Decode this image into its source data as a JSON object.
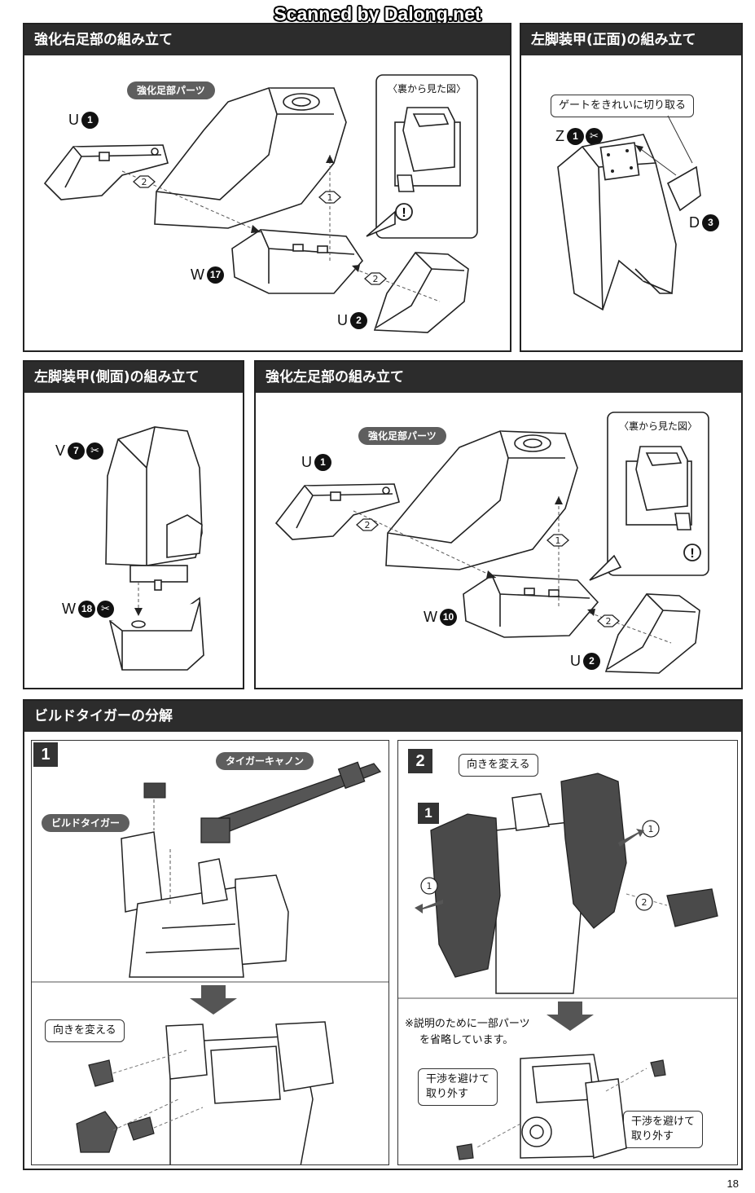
{
  "watermark": "Scanned by Dalong.net",
  "page_number": "18",
  "panel_right_foot": {
    "title": "強化右足部の組み立て",
    "tag": "強化足部パーツ",
    "back_view_title": "〈裏から見た図〉",
    "parts": [
      {
        "letter": "U",
        "number": "1"
      },
      {
        "letter": "W",
        "number": "17"
      },
      {
        "letter": "U",
        "number": "2"
      }
    ],
    "steps": [
      "1",
      "2",
      "2"
    ]
  },
  "panel_left_front": {
    "title": "左脚装甲(正面)の組み立て",
    "callout": "ゲートをきれいに切り取る",
    "parts": [
      {
        "letter": "Z",
        "number": "1"
      },
      {
        "letter": "D",
        "number": "3"
      }
    ]
  },
  "panel_left_side": {
    "title": "左脚装甲(側面)の組み立て",
    "parts": [
      {
        "letter": "V",
        "number": "7"
      },
      {
        "letter": "W",
        "number": "18"
      }
    ]
  },
  "panel_left_foot": {
    "title": "強化左足部の組み立て",
    "tag": "強化足部パーツ",
    "back_view_title": "〈裏から見た図〉",
    "parts": [
      {
        "letter": "U",
        "number": "1"
      },
      {
        "letter": "W",
        "number": "10"
      },
      {
        "letter": "U",
        "number": "2"
      }
    ],
    "steps": [
      "2",
      "1",
      "2"
    ]
  },
  "panel_disassembly": {
    "title": "ビルドタイガーの分解",
    "step1": {
      "number": "1",
      "tag_cannon": "タイガーキャノン",
      "tag_build_tiger": "ビルドタイガー",
      "callout_turn": "向きを変える"
    },
    "step2": {
      "number": "2",
      "inner_step": "1",
      "callout_turn": "向きを変える",
      "arrow_labels": [
        "1",
        "1",
        "2"
      ],
      "note_line1": "※説明のために一部パーツ",
      "note_line2": "を省略しています。",
      "callout_remove_left_line1": "干渉を避けて",
      "callout_remove_left_line2": "取り外す",
      "callout_remove_right_line1": "干渉を避けて",
      "callout_remove_right_line2": "取り外す"
    }
  },
  "icons": {
    "cut": "scissors-icon",
    "caution": "exclamation-icon",
    "arrow": "flow-arrow-icon"
  }
}
